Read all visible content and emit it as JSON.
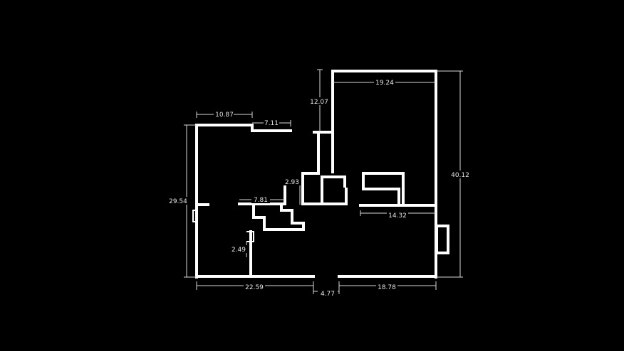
{
  "colors": {
    "background": "#000000",
    "walls": "#ffffff",
    "dimensions": "#d9d9d9"
  },
  "dimensions": {
    "top_left_width": "10.87",
    "top_left_step": "7.11",
    "right_room_height": "12.07",
    "right_room_width": "19.24",
    "left_height": "29.54",
    "right_height": "40.12",
    "closet_width": "7.81",
    "closet_depth": "2.93",
    "inner_wall_width": "14.32",
    "small_offset": "2.49",
    "bottom_left": "22.59",
    "bottom_door": "4.77",
    "bottom_right": "18.78"
  }
}
